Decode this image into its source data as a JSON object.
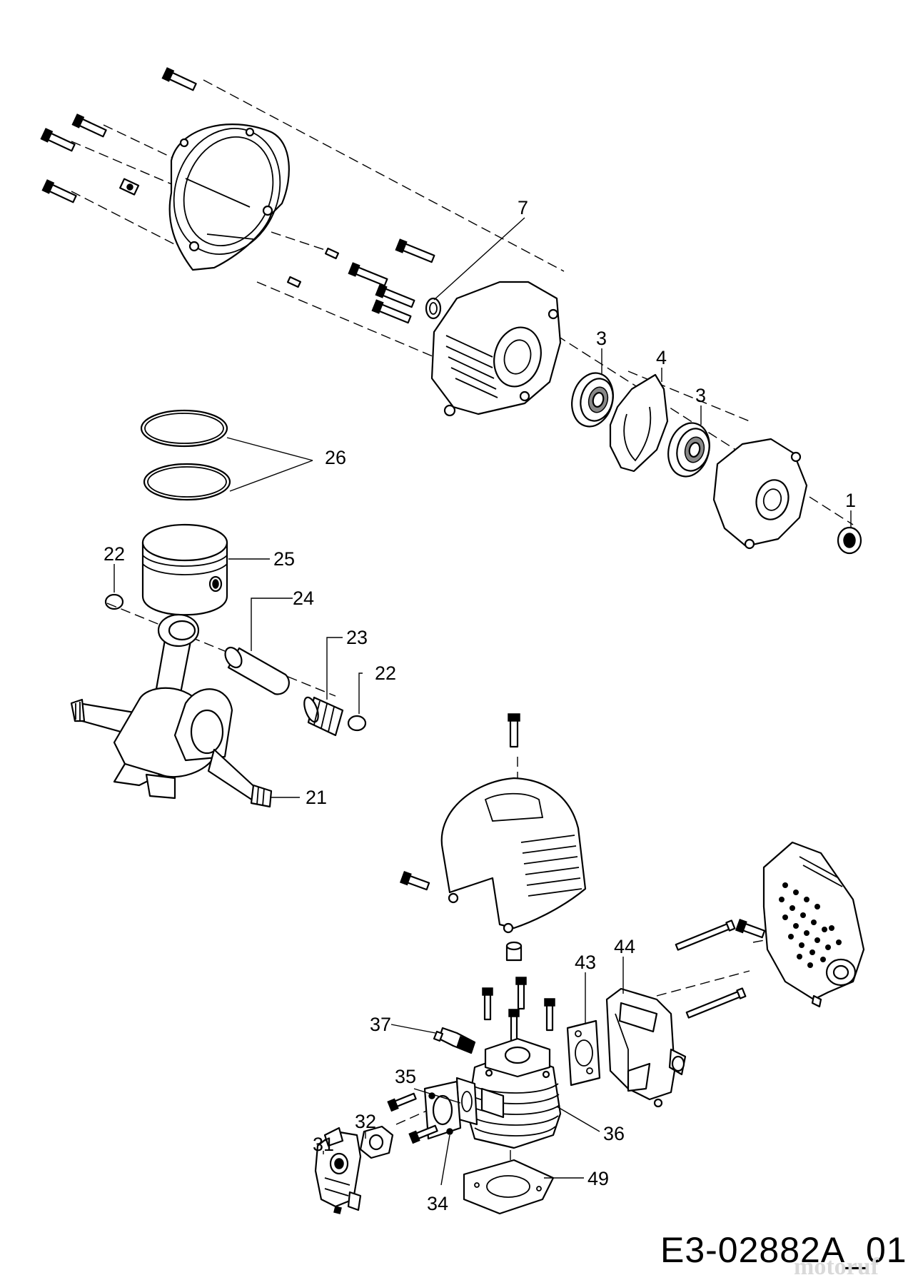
{
  "diagram": {
    "callouts": [
      {
        "id": "c7",
        "label": "7"
      },
      {
        "id": "c3a",
        "label": "3"
      },
      {
        "id": "c4",
        "label": "4"
      },
      {
        "id": "c3b",
        "label": "3"
      },
      {
        "id": "c1",
        "label": "1"
      },
      {
        "id": "c26",
        "label": "26"
      },
      {
        "id": "c22a",
        "label": "22"
      },
      {
        "id": "c25",
        "label": "25"
      },
      {
        "id": "c24",
        "label": "24"
      },
      {
        "id": "c23",
        "label": "23"
      },
      {
        "id": "c22b",
        "label": "22"
      },
      {
        "id": "c21",
        "label": "21"
      },
      {
        "id": "c44",
        "label": "44"
      },
      {
        "id": "c43",
        "label": "43"
      },
      {
        "id": "c37",
        "label": "37"
      },
      {
        "id": "c35",
        "label": "35"
      },
      {
        "id": "c36",
        "label": "36"
      },
      {
        "id": "c32",
        "label": "32"
      },
      {
        "id": "c31",
        "label": "31"
      },
      {
        "id": "c49",
        "label": "49"
      },
      {
        "id": "c34",
        "label": "34"
      }
    ],
    "diagram_code": "E3-02882A_01",
    "watermark": "motoruf"
  }
}
